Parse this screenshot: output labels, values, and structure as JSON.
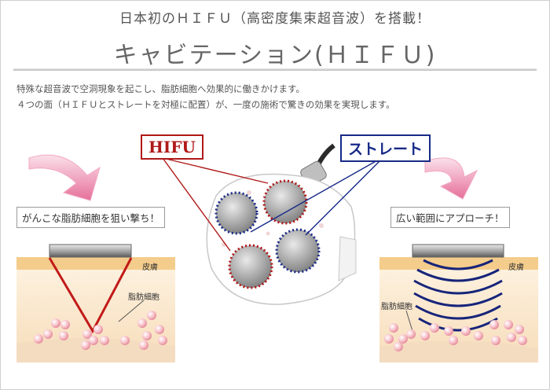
{
  "header": {
    "subtitle": "日本初のＨＩＦＵ（高密度集束超音波）を搭載！",
    "title": "キャビテーション(ＨＩＦＵ)"
  },
  "description": {
    "line1": "特殊な超音波で空洞現象を起こし、脂肪細胞へ効果的に働きかけます。",
    "line2": "４つの面（ＨＩＦＵとストレートを対極に配置）が、一度の施術で驚きの効果を実現します。"
  },
  "labels": {
    "hifu": "HIFU",
    "straight": "ストレート"
  },
  "left_panel": {
    "caption": "がんこな脂肪細胞を狙い撃ち！",
    "skin": "皮膚",
    "fat": "脂肪細胞"
  },
  "right_panel": {
    "caption": "広い範囲にアプローチ！",
    "skin": "皮膚",
    "fat": "脂肪細胞"
  },
  "colors": {
    "hifu_red": "#b01818",
    "straight_blue": "#182a88",
    "arrow_pink": "#ea7fa3",
    "fat_bg": "#fbebd2",
    "skin": "#f4cc8b"
  },
  "icons": {
    "down_arrow": "curved-down-arrow-icon",
    "fat_cell": "fat-cell-icon"
  }
}
